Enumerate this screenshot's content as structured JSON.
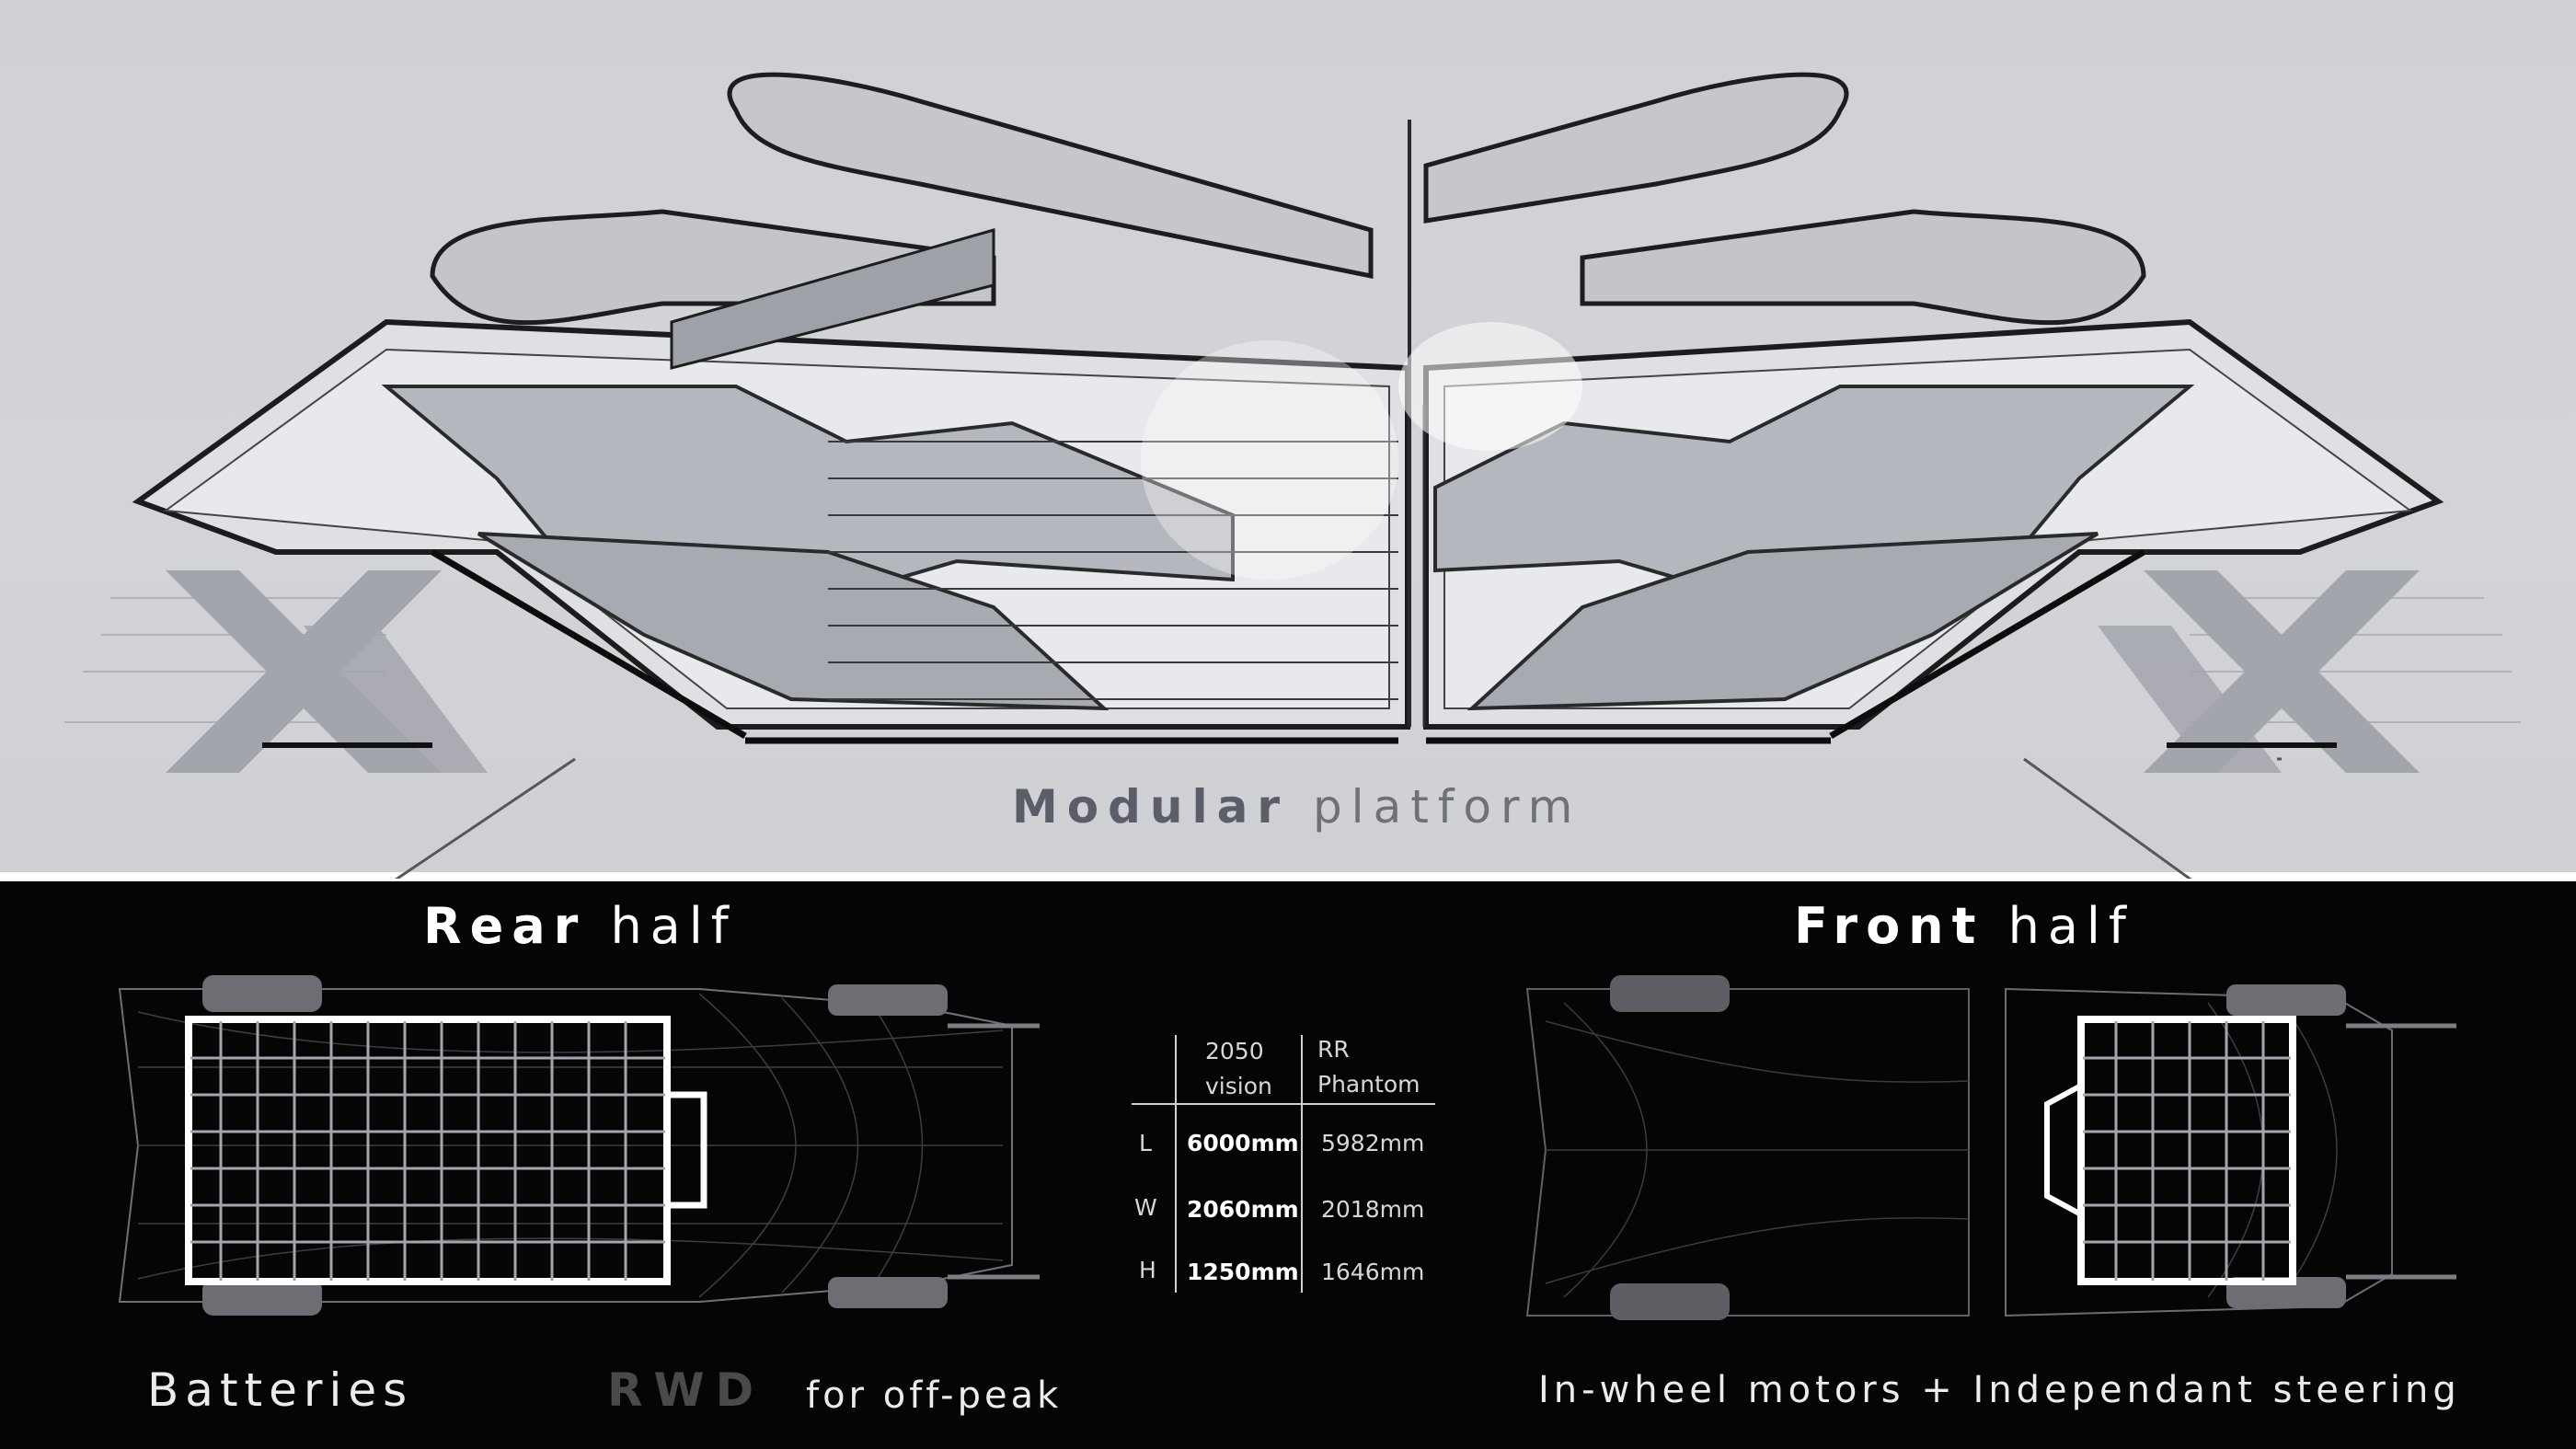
{
  "top_caption": {
    "bold": "Modular",
    "light": "platform"
  },
  "rear": {
    "bold": "Rear",
    "light": "half"
  },
  "front": {
    "bold": "Front",
    "light": "half"
  },
  "bottom_left": {
    "batteries": "Batteries",
    "rwd": "RWD",
    "offpeak": "for off-peak"
  },
  "bottom_right": {
    "motors": "In-wheel motors + Independant steering"
  },
  "table": {
    "col1_line1": "2050",
    "col1_line2": "vision",
    "col2_line1": "RR",
    "col2_line2": "Phantom",
    "rows": [
      {
        "label": "L",
        "v1": "6000mm",
        "v2": "5982mm"
      },
      {
        "label": "W",
        "v1": "2060mm",
        "v2": "2018mm"
      },
      {
        "label": "H",
        "v1": "1250mm",
        "v2": "1646mm"
      }
    ]
  },
  "colors": {
    "top_bg": "#d0d2d6",
    "bottom_bg": "#050505",
    "accent_grey": "#9a9ba3"
  }
}
